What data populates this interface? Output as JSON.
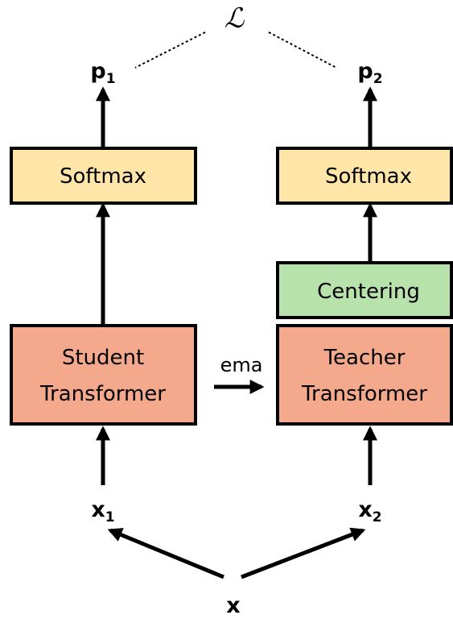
{
  "loss": {
    "symbol": "ℒ"
  },
  "outputs": {
    "student": {
      "base": "p",
      "sub": "1"
    },
    "teacher": {
      "base": "p",
      "sub": "2"
    }
  },
  "inputs": {
    "source": {
      "label": "x"
    },
    "view1": {
      "base": "x",
      "sub": "1"
    },
    "view2": {
      "base": "x",
      "sub": "2"
    }
  },
  "student": {
    "softmax_label": "Softmax",
    "transformer_lines": [
      "Student",
      "Transformer"
    ]
  },
  "teacher": {
    "softmax_label": "Softmax",
    "centering_label": "Centering",
    "transformer_lines": [
      "Teacher",
      "Transformer"
    ]
  },
  "ema": {
    "label": "ema"
  },
  "colors": {
    "softmax_fill": "#FFE6A8",
    "centering_fill": "#B8E2AC",
    "transformer_fill": "#F4A98C",
    "stroke": "#000000"
  }
}
